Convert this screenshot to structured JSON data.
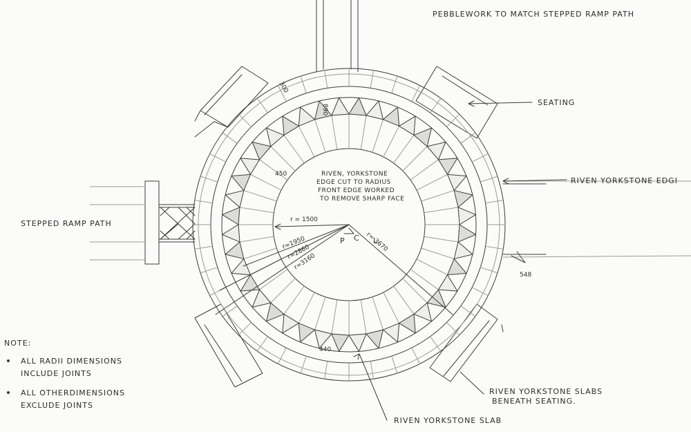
{
  "colors": {
    "paper": "#fbfbfa",
    "pencil": "#3a3a3a",
    "faint": "#9a9a9a"
  },
  "labels": {
    "top_note": "PEBBLEWORK TO MATCH  STEPPED RAMP PATH",
    "seating": "SEATING",
    "edge": "RIVEN YORKSTONE EDGI",
    "ramp": "STEPPED RAMP PATH",
    "center_note_1": "RIVEN, YORKSTONE",
    "center_note_2": "EDGE CUT TO RADIUS",
    "center_note_3": "FRONT EDGE WORKED",
    "center_note_4": "TO REMOVE SHARP FACE",
    "slabs_beneath_1": "RIVEN YORKSTONE SLABS",
    "slabs_beneath_2": "BENEATH SEATING.",
    "slab": "RIVEN YORKSTONE SLAB",
    "centre_mark_1": "P",
    "centre_mark_2": "C",
    "centre_mark_3": "L"
  },
  "notes": {
    "heading": "NOTE:",
    "item1_line1": "ALL RADII DIMENSIONS",
    "item1_line2": "INCLUDE JOINTS",
    "item2_line1": "ALL OTHERDIMENSIONS",
    "item2_line2": "EXCLUDE JOINTS"
  },
  "dimensions": {
    "r1": "r = 1500",
    "r2": "r=1950",
    "r3": "r=2860",
    "r4": "r=3160",
    "r5": "r= 3670",
    "d450": "450",
    "d440": "440",
    "d548": "548",
    "d890": "890",
    "d300": "300"
  }
}
